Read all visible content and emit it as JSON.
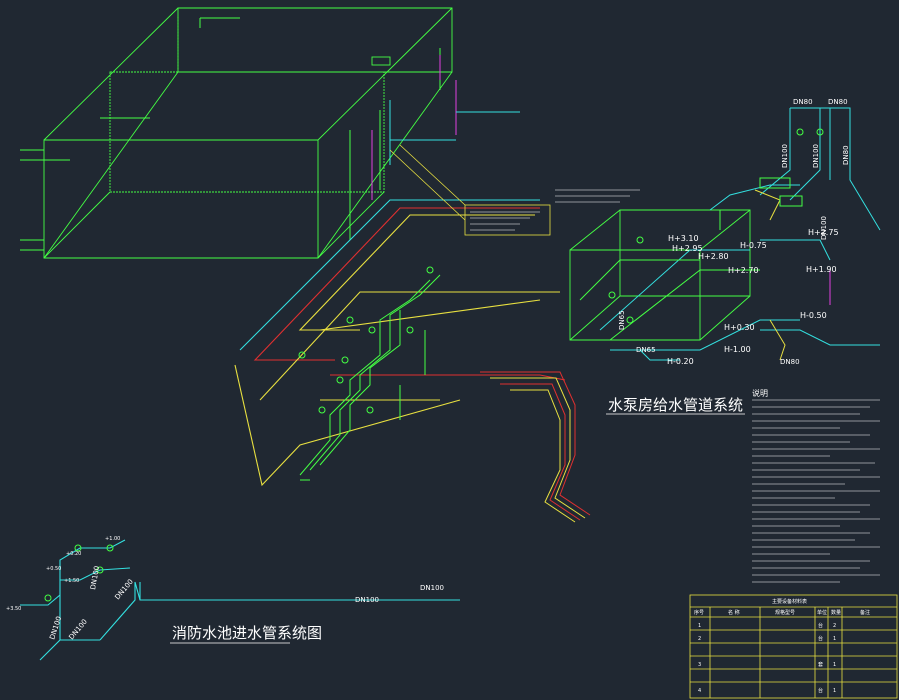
{
  "titles": {
    "pump_room": "水泵房给水管道系统",
    "fire_pool_inlet": "消防水池进水管系统图"
  },
  "pipe_labels": {
    "dn80_a": "DN80",
    "dn80_b": "DN80",
    "dn100_a": "DN100",
    "dn100_b": "DN100",
    "dn80_c": "DN80",
    "dn100_c": "DN100",
    "dn65_a": "DN65",
    "dn65_b": "DN65",
    "dn80_d": "DN80",
    "dn100_left1": "DN100",
    "dn100_left2": "DN100",
    "dn100_left3": "DN100",
    "dn100_left4": "DN100",
    "dn100_bottom": "DN100",
    "dn100_inlet": "DN100"
  },
  "elevations": {
    "h310": "H+3.10",
    "h295": "H+2.95",
    "h280": "H+2.80",
    "h270": "H+2.70",
    "h275": "H+2.75",
    "h075": "H-0.75",
    "h190": "H+1.90",
    "h050": "H-0.50",
    "h030": "H+0.30",
    "h100": "H-1.00",
    "h020": "H-0.20",
    "b100": "+1.00",
    "b020": "+0.20",
    "b050": "+0.50",
    "b150": "+1.50",
    "b350": "+3.50"
  },
  "notes": {
    "heading": "说明",
    "lines_count_visual": 30
  },
  "table": {
    "header": [
      "序号",
      "名 称",
      "规格型号",
      "单位",
      "数量",
      "备注"
    ],
    "caption": "主要设备材料表",
    "rows": [
      [
        "1",
        "",
        "",
        "台",
        "2",
        ""
      ],
      [
        "2",
        "",
        "",
        "台",
        "1",
        ""
      ],
      [
        "3",
        "",
        "",
        "套",
        "1",
        ""
      ],
      [
        "4",
        "",
        "",
        "台",
        "1",
        ""
      ]
    ]
  },
  "colors": {
    "background": "#202832",
    "green": "#44ff44",
    "cyan": "#33e0e0",
    "yellow": "#e8e040",
    "red": "#e03030",
    "magenta": "#e040e0",
    "white": "#ffffff"
  }
}
